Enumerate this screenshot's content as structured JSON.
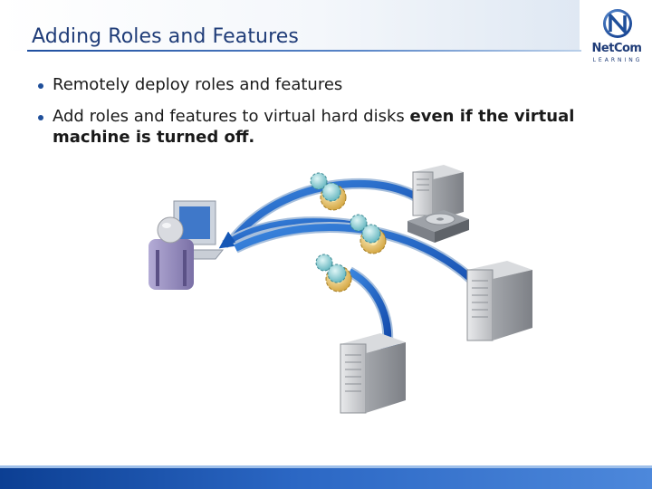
{
  "slide": {
    "title": "Adding Roles and Features"
  },
  "logo": {
    "name": "NetCom",
    "subtitle": "LEARNING"
  },
  "bullets": [
    {
      "text": "Remotely deploy roles and features"
    },
    {
      "text": "Add roles and features to virtual hard disks ",
      "emphasis": "even if the virtual machine is turned off."
    }
  ],
  "colors": {
    "title": "#1f3c78",
    "accent_blue": "#1f5fbf",
    "band": "#2b67c4"
  },
  "icons": [
    "admin-workstation-icon",
    "gear-bundle-icon",
    "server-icon",
    "virtual-hard-disk-icon",
    "deploy-arrow-icon"
  ]
}
